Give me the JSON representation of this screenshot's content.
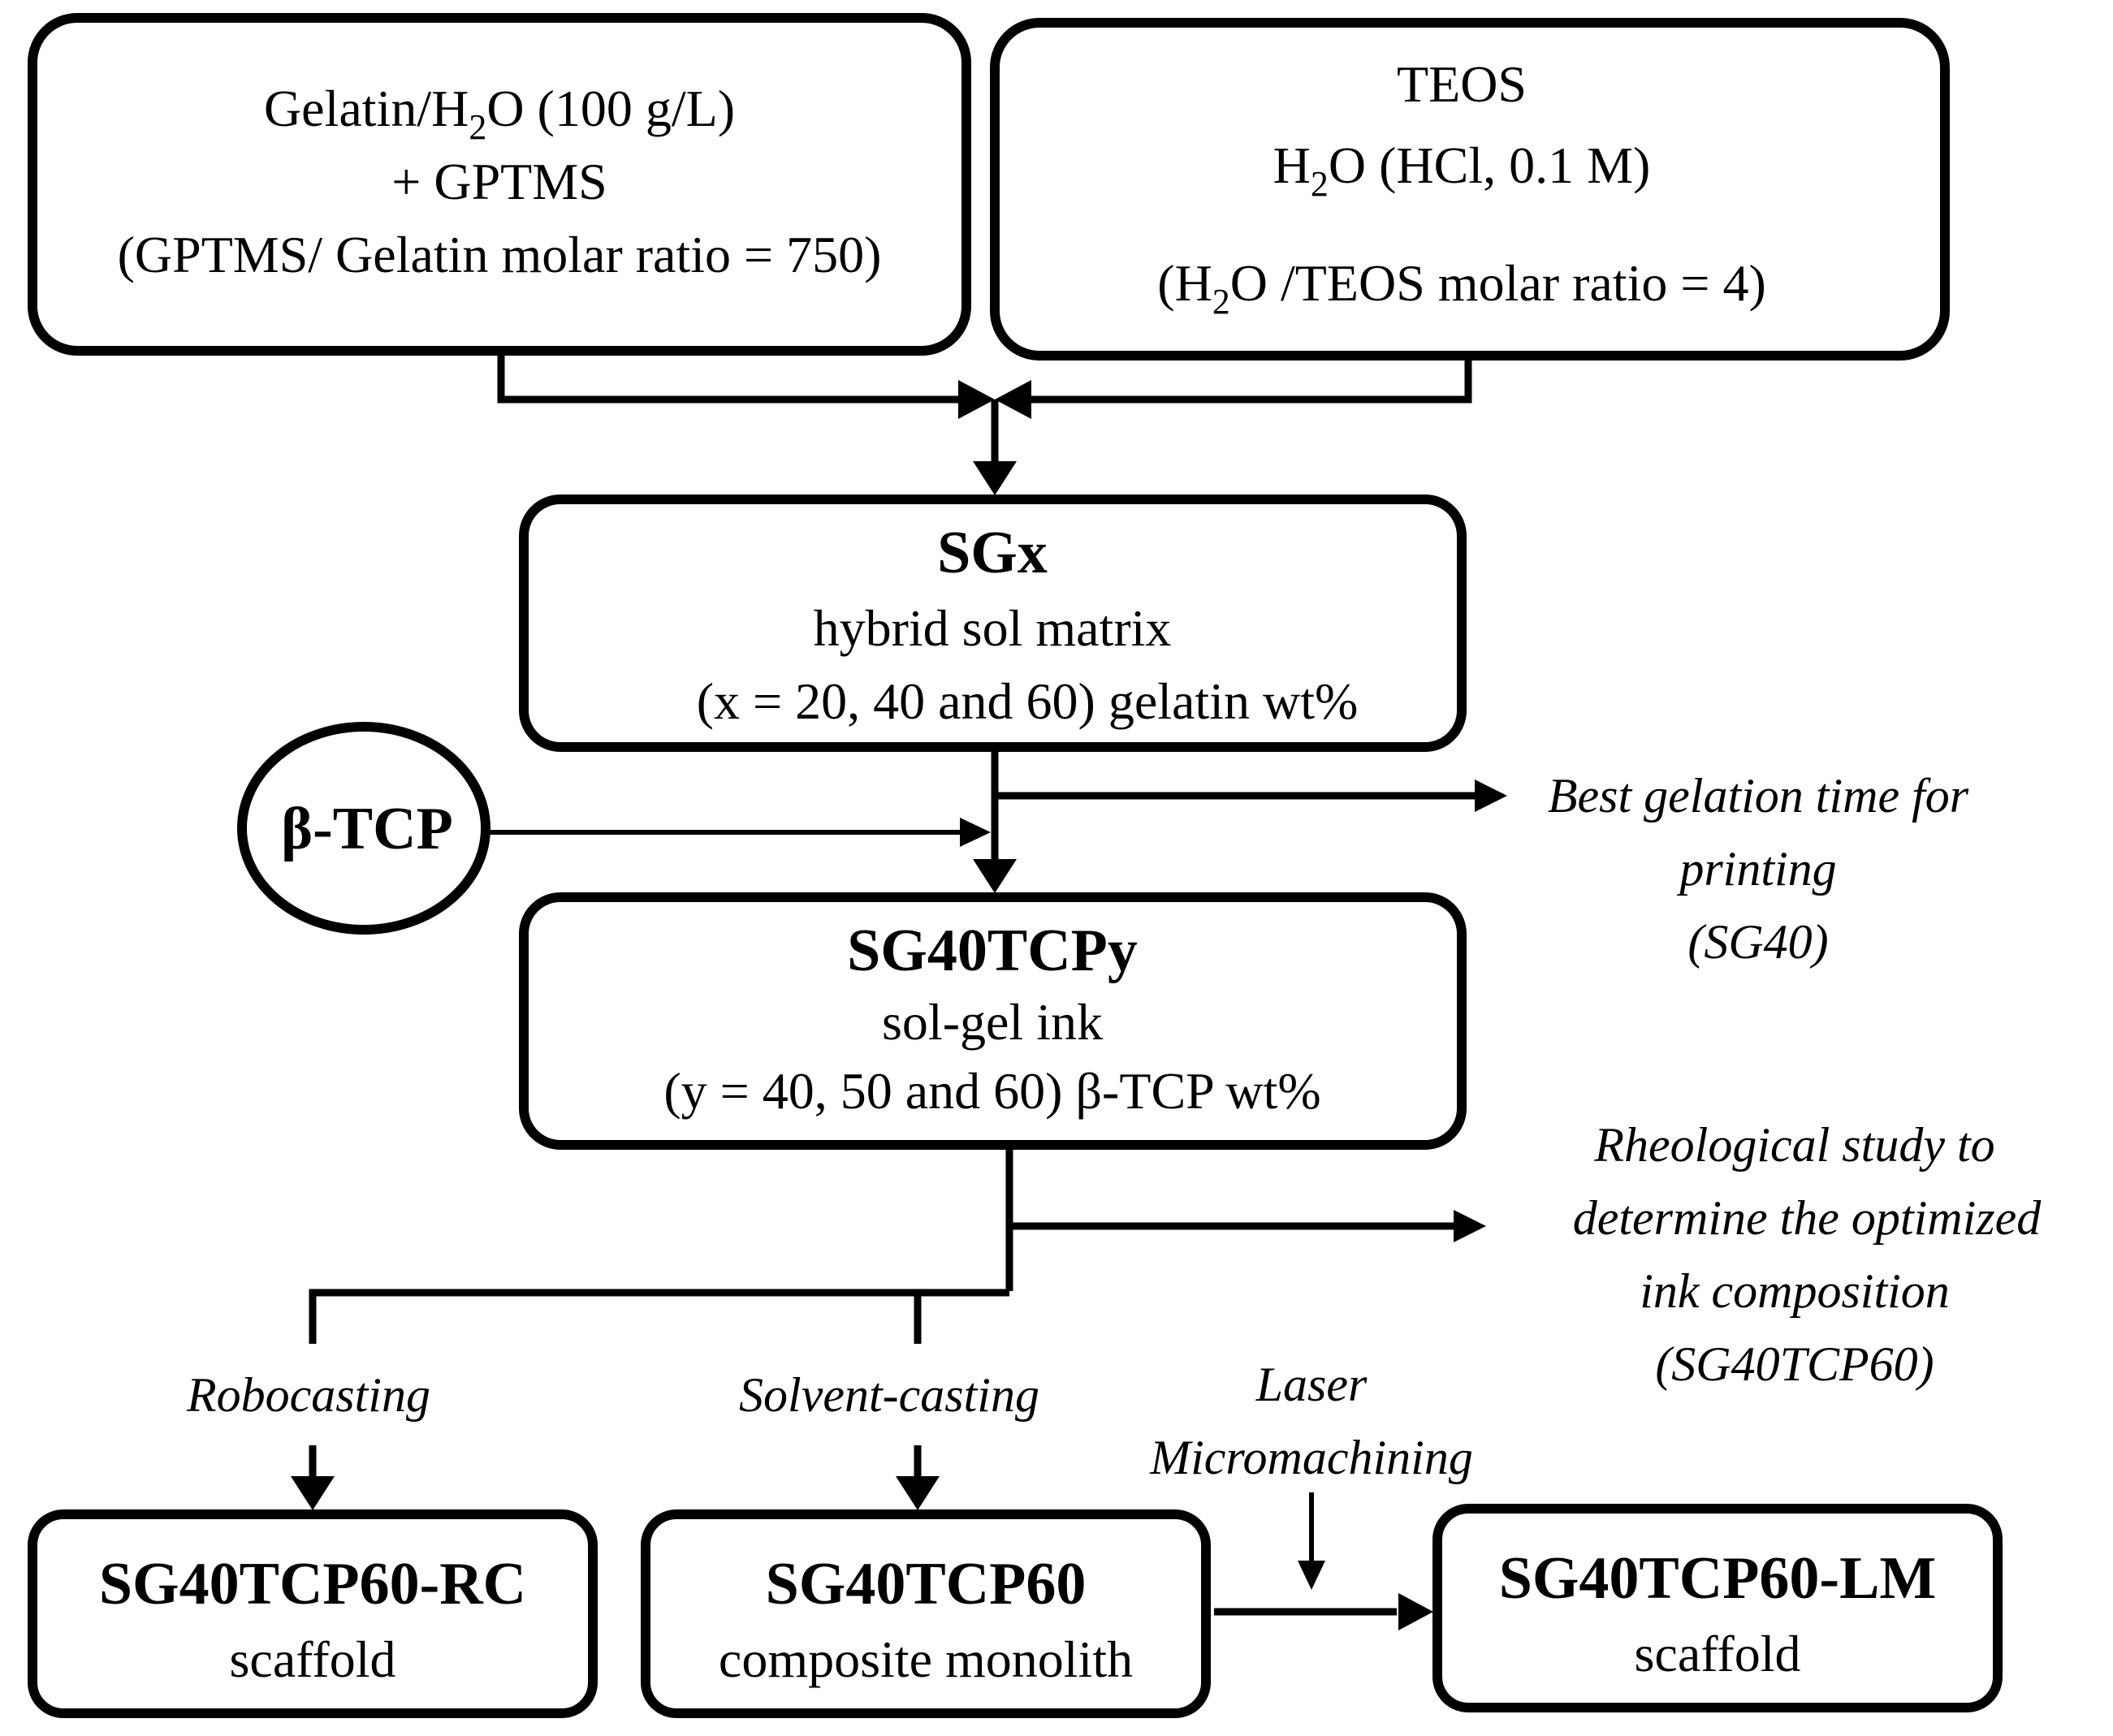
{
  "boxes": {
    "gelatin": {
      "line1_pre": "Gelatin/H",
      "line1_sub": "2",
      "line1_post": "O (100 g/L)",
      "line2": "+ GPTMS",
      "line3": "(GPTMS/ Gelatin molar ratio = 750)"
    },
    "teos": {
      "line1": "TEOS",
      "line2_pre": "H",
      "line2_sub": "2",
      "line2_post": "O (HCl, 0.1 M)",
      "line3_pre": "(H",
      "line3_sub": "2",
      "line3_post": "O /TEOS molar ratio = 4)"
    },
    "sgx": {
      "title": "SGx",
      "line2": "hybrid sol matrix",
      "line3": "(x = 20, 40 and 60) gelatin wt%"
    },
    "btcp": {
      "label": "β-TCP"
    },
    "sg40tcpy": {
      "title": "SG40TCPy",
      "line2": "sol-gel ink",
      "line3": "(y = 40, 50 and 60) β-TCP wt%"
    },
    "rc": {
      "title": "SG40TCP60-RC",
      "line2": "scaffold"
    },
    "mono": {
      "title": "SG40TCP60",
      "line2": "composite monolith"
    },
    "lm": {
      "title": "SG40TCP60-LM",
      "line2": "scaffold"
    }
  },
  "notes": {
    "gelation": [
      "Best gelation time for",
      "printing",
      "(SG40)"
    ],
    "rheology": [
      "Rheological study to",
      "determine the optimized",
      "ink composition",
      "(SG40TCP60)"
    ]
  },
  "processes": {
    "robocasting": "Robocasting",
    "solvent_casting": "Solvent-casting",
    "laser": [
      "Laser",
      "Micromachining"
    ]
  }
}
